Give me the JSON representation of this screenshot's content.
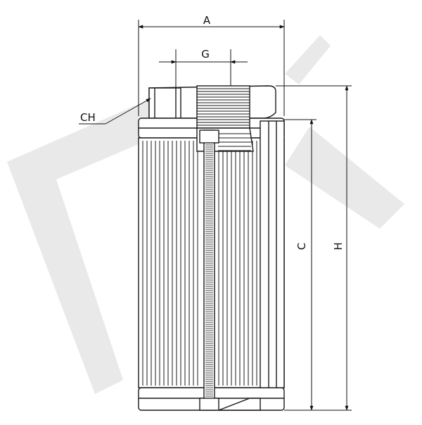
{
  "drawing": {
    "dimensions": {
      "A": "A",
      "G": "G",
      "CH": "CH",
      "C": "C",
      "H": "H"
    },
    "watermark_icon": "brand-watermark-logo",
    "colors": {
      "line": "#1a1a1a",
      "watermark": "#e9e9e9",
      "background": "#ffffff"
    }
  }
}
